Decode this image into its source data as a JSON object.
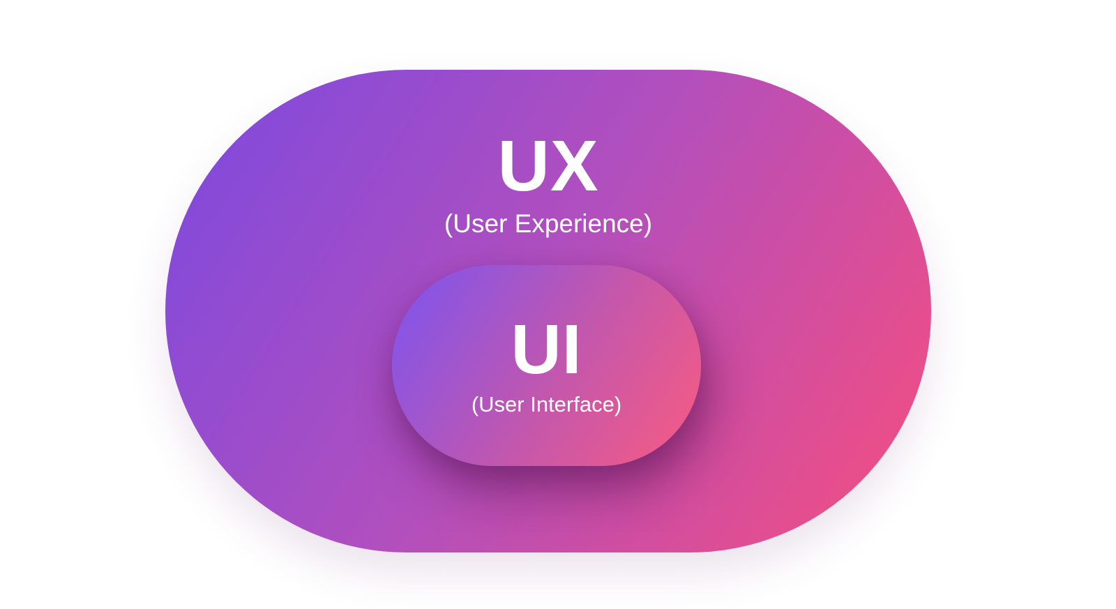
{
  "diagram": {
    "type": "nested-concept-diagram",
    "outer": {
      "title": "UX",
      "subtitle": "(User Experience)"
    },
    "inner": {
      "title": "UI",
      "subtitle": "(User Interface)"
    },
    "colors": {
      "background": "#ffffff",
      "text": "#ffffff",
      "outer_gradient_start": "#7B49DF",
      "outer_gradient_mid": "#B14FBE",
      "outer_gradient_end": "#F74D7D",
      "inner_gradient_start": "#7B54F0",
      "inner_gradient_mid": "#C457AC",
      "inner_gradient_end": "#F95B80"
    }
  }
}
